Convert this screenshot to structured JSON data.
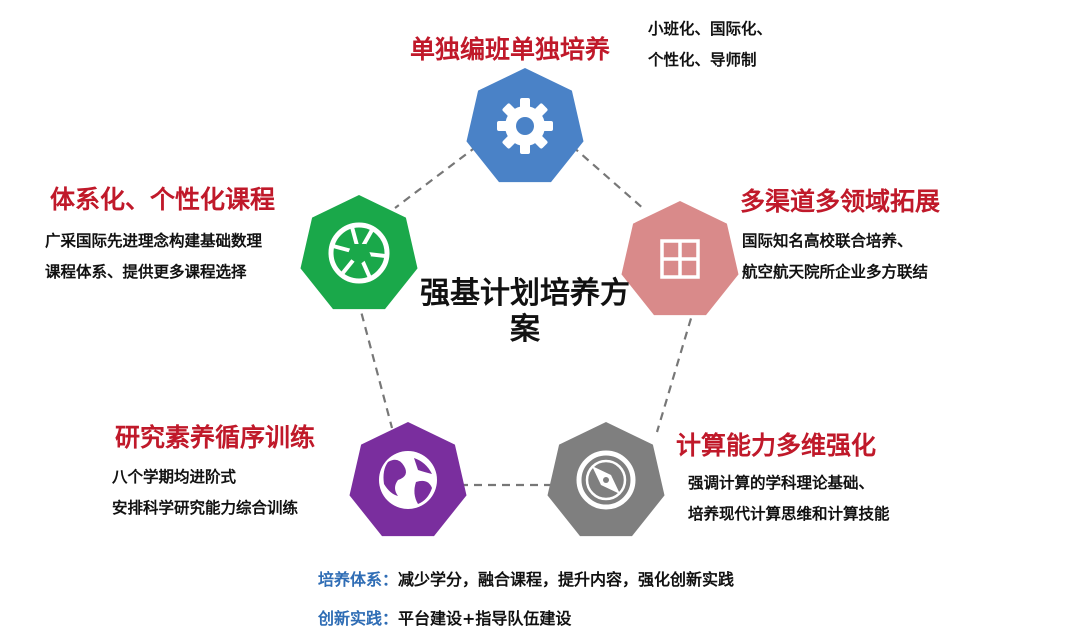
{
  "center": {
    "line1": "强基计划培养方",
    "line2": "案"
  },
  "nodes": {
    "top": {
      "title": "单独编班单独培养",
      "desc1": "小班化、国际化、",
      "desc2": "个性化、导师制",
      "icon": "gear-icon",
      "color": "#4a82c7"
    },
    "right": {
      "title": "多渠道多领域拓展",
      "desc1": "国际知名高校联合培养、",
      "desc2": "航空航天院所企业多方联结",
      "icon": "windows-icon",
      "color": "#d98a8a"
    },
    "bright": {
      "title": "计算能力多维强化",
      "desc1": "强调计算的学科理论基础、",
      "desc2": "培养现代计算思维和计算技能",
      "icon": "compass-icon",
      "color": "#7f7f7f"
    },
    "bleft": {
      "title": "研究素养循序训练",
      "desc1": "八个学期均进阶式",
      "desc2": "安排科学研究能力综合训练",
      "icon": "globe-icon",
      "color": "#7a2e9e"
    },
    "left": {
      "title": "体系化、个性化课程",
      "desc1": "广采国际先进理念构建基础数理",
      "desc2": "课程体系、提供更多课程选择",
      "icon": "shutter-icon",
      "color": "#1aa84a"
    }
  },
  "footer": {
    "line1_label": "培养体系：",
    "line1_text": "减少学分，融合课程，提升内容，强化创新实践",
    "line2_label": "创新实践：",
    "line2_text": "平台建设+指导队伍建设",
    "label_color": "#2f6db5"
  },
  "colors": {
    "title_red": "#c0192a",
    "dash": "#777777"
  }
}
